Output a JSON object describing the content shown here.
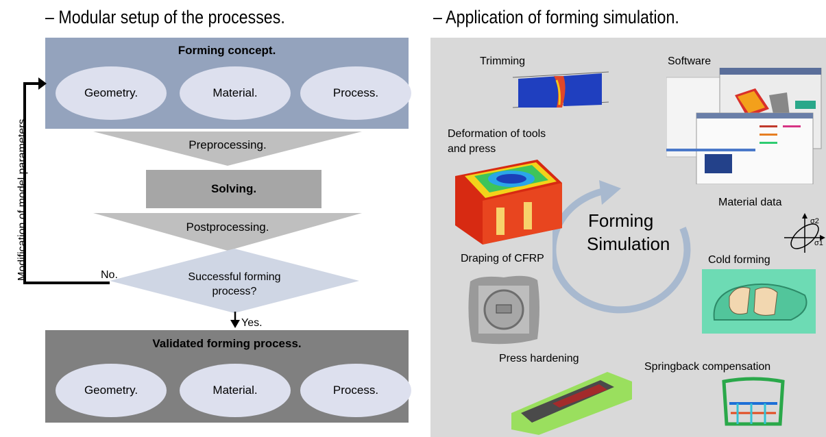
{
  "left": {
    "heading": "– Modular setup of the processes.",
    "forming_concept": {
      "title": "Forming concept.",
      "items": [
        "Geometry.",
        "Material.",
        "Process."
      ]
    },
    "steps": {
      "preprocessing": "Preprocessing.",
      "solving": "Solving.",
      "postprocessing": "Postprocessing."
    },
    "decision": {
      "line1": "Successful forming",
      "line2": "process?",
      "no": "No.",
      "yes": "Yes."
    },
    "loop_label": "Modification of model parameters.",
    "validated": {
      "title": "Validated forming process.",
      "items": [
        "Geometry.",
        "Material.",
        "Process."
      ]
    }
  },
  "right": {
    "heading": "– Application of forming simulation.",
    "center_line1": "Forming",
    "center_line2": "Simulation",
    "labels": {
      "trimming": "Trimming",
      "software": "Software",
      "deformation_line1": "Deformation of tools",
      "deformation_line2": "and press",
      "material_data": "Material data",
      "draping": "Draping of CFRP",
      "cold_forming": "Cold forming",
      "press_hardening": "Press hardening",
      "springback": "Springback compensation"
    },
    "axis_labels": {
      "sigma2": "σ2",
      "sigma1": "σ1"
    },
    "colors": {
      "panel": "#d9d9d9",
      "arrow": "#a8b9cf"
    }
  },
  "colors": {
    "concept_box": "#94a3bd",
    "ellipse": "#dde0ee",
    "funnel": "#bfbfbf",
    "solving_box": "#a6a6a6",
    "decision": "#cfd6e4",
    "validated_box": "#808080"
  }
}
